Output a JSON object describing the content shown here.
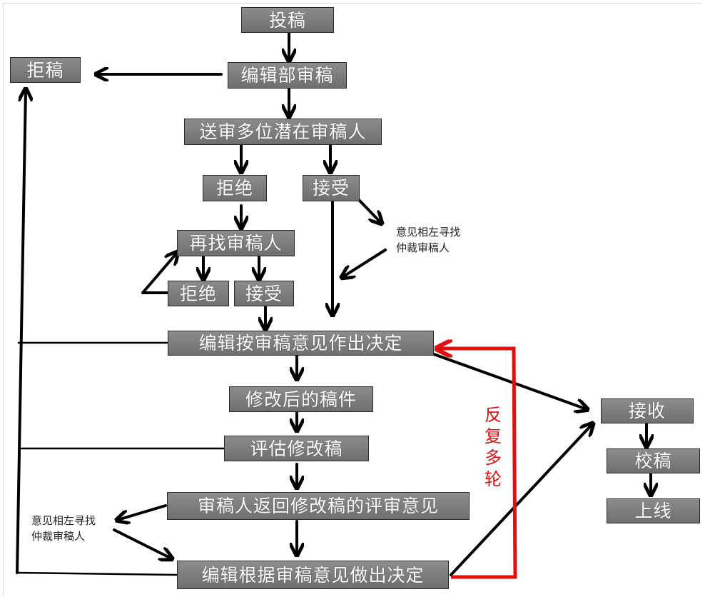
{
  "colors": {
    "box_fill": "#7d7d7d",
    "box_text": "#ffffff",
    "arrow": "#000000",
    "loop_arrow": "#e01010"
  },
  "nodes": {
    "submit": "投稿",
    "reject_manuscript": "拒稿",
    "editorial_review": "编辑部审稿",
    "send_to_reviewers": "送审多位潜在审稿人",
    "decline_1": "拒绝",
    "accept_1": "接受",
    "find_reviewer_again": "再找审稿人",
    "decline_2": "拒绝",
    "accept_2": "接受",
    "editor_decision": "编辑按审稿意见作出决定",
    "revised_manuscript": "修改后的稿件",
    "evaluate_revision": "评估修改稿",
    "reviewer_returns": "审稿人返回修改稿的评审意见",
    "editor_final_decision": "编辑根据审稿意见做出决定",
    "accepted": "接收",
    "proofread": "校稿",
    "online": "上线"
  },
  "notes": {
    "conflict_upper_line1": "意见相左寻找",
    "conflict_upper_line2": "仲裁审稿人",
    "conflict_lower_line1": "意见相左寻找",
    "conflict_lower_line2": "仲裁审稿人"
  },
  "loop_label": "反复多轮"
}
